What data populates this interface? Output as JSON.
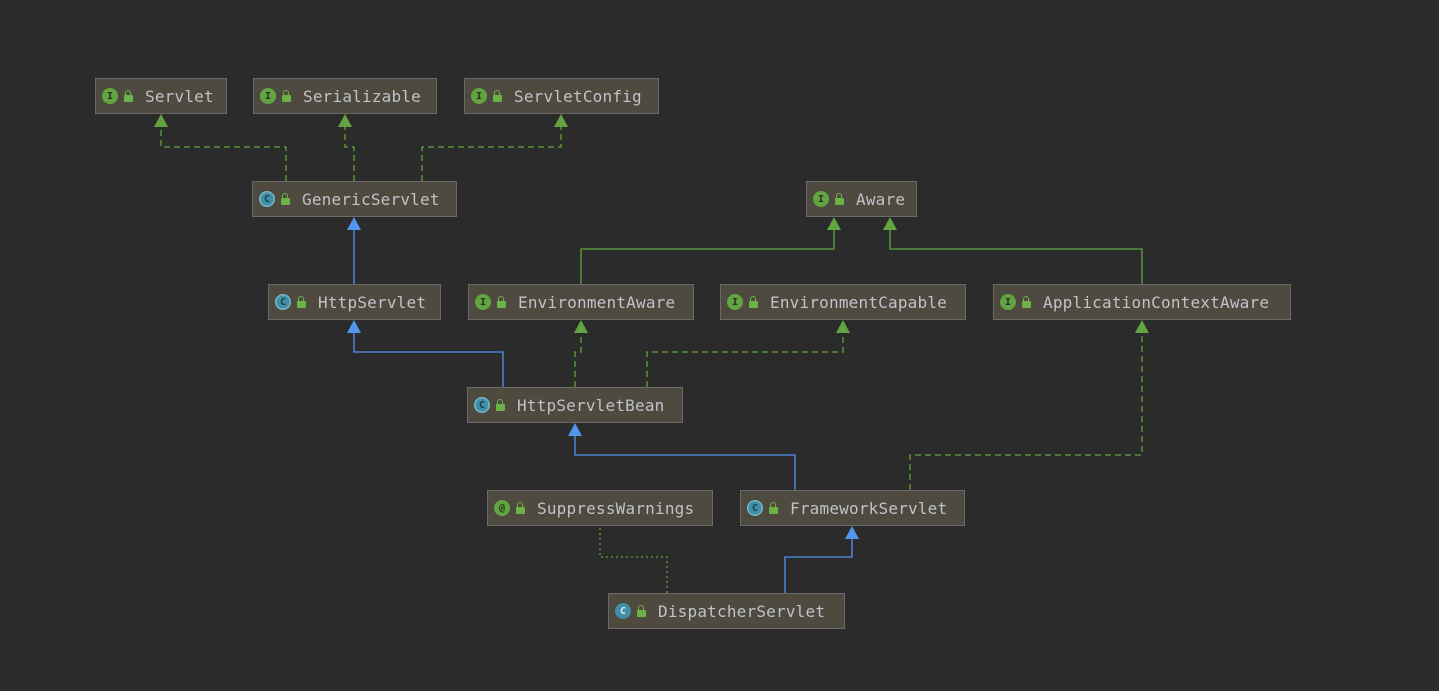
{
  "diagram": {
    "colors": {
      "background": "#2b2b2b",
      "node_fill": "#4e4a40",
      "node_border": "#6a6a6a",
      "text": "#bfc3c9",
      "implements": "#62a540",
      "extends": "#5394ec",
      "annotation": "#62a540"
    },
    "nodes": {
      "servlet": {
        "label": "Servlet",
        "kind": "interface",
        "icon": "I"
      },
      "serializable": {
        "label": "Serializable",
        "kind": "interface",
        "icon": "I"
      },
      "servlet_config": {
        "label": "ServletConfig",
        "kind": "interface",
        "icon": "I"
      },
      "generic_servlet": {
        "label": "GenericServlet",
        "kind": "abstract",
        "icon": "C"
      },
      "aware": {
        "label": "Aware",
        "kind": "interface",
        "icon": "I"
      },
      "http_servlet": {
        "label": "HttpServlet",
        "kind": "abstract",
        "icon": "C"
      },
      "environment_aware": {
        "label": "EnvironmentAware",
        "kind": "interface",
        "icon": "I"
      },
      "environment_capable": {
        "label": "EnvironmentCapable",
        "kind": "interface",
        "icon": "I"
      },
      "application_context_aware": {
        "label": "ApplicationContextAware",
        "kind": "interface",
        "icon": "I"
      },
      "http_servlet_bean": {
        "label": "HttpServletBean",
        "kind": "abstract",
        "icon": "C"
      },
      "suppress_warnings": {
        "label": "SuppressWarnings",
        "kind": "annotation",
        "icon": "@"
      },
      "framework_servlet": {
        "label": "FrameworkServlet",
        "kind": "abstract",
        "icon": "C"
      },
      "dispatcher_servlet": {
        "label": "DispatcherServlet",
        "kind": "class",
        "icon": "C"
      }
    },
    "edges": [
      {
        "from": "generic_servlet",
        "to": "servlet",
        "type": "implements"
      },
      {
        "from": "generic_servlet",
        "to": "serializable",
        "type": "implements"
      },
      {
        "from": "generic_servlet",
        "to": "servlet_config",
        "type": "implements"
      },
      {
        "from": "http_servlet",
        "to": "generic_servlet",
        "type": "extends"
      },
      {
        "from": "environment_aware",
        "to": "aware",
        "type": "interface-extends"
      },
      {
        "from": "application_context_aware",
        "to": "aware",
        "type": "interface-extends"
      },
      {
        "from": "http_servlet_bean",
        "to": "http_servlet",
        "type": "extends"
      },
      {
        "from": "http_servlet_bean",
        "to": "environment_aware",
        "type": "implements"
      },
      {
        "from": "http_servlet_bean",
        "to": "environment_capable",
        "type": "implements"
      },
      {
        "from": "framework_servlet",
        "to": "http_servlet_bean",
        "type": "extends"
      },
      {
        "from": "framework_servlet",
        "to": "application_context_aware",
        "type": "implements"
      },
      {
        "from": "dispatcher_servlet",
        "to": "framework_servlet",
        "type": "extends"
      },
      {
        "from": "dispatcher_servlet",
        "to": "suppress_warnings",
        "type": "annotated-with"
      }
    ]
  }
}
